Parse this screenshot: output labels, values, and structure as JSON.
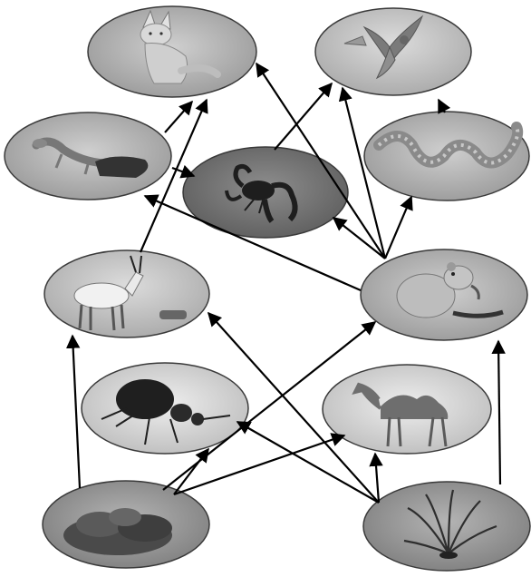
{
  "diagram": {
    "type": "food-web",
    "organisms": [
      {
        "id": "fox",
        "icon": "fox-photo"
      },
      {
        "id": "hawk",
        "icon": "hawk-photo"
      },
      {
        "id": "lizard",
        "icon": "lizard-photo"
      },
      {
        "id": "scorpion",
        "icon": "scorpion-photo"
      },
      {
        "id": "snake",
        "icon": "snake-photo"
      },
      {
        "id": "oryx",
        "icon": "oryx-photo"
      },
      {
        "id": "rodent",
        "icon": "rodent-photo"
      },
      {
        "id": "beetle",
        "icon": "beetle-photo"
      },
      {
        "id": "camel",
        "icon": "camel-photo"
      },
      {
        "id": "shrub",
        "icon": "shrub-plant-photo"
      },
      {
        "id": "grass",
        "icon": "grass-plant-photo"
      }
    ],
    "links": [
      {
        "from": "lizard",
        "to": "fox"
      },
      {
        "from": "oryx",
        "to": "fox"
      },
      {
        "from": "rodent",
        "to": "fox"
      },
      {
        "from": "scorpion",
        "to": "hawk"
      },
      {
        "from": "rodent",
        "to": "hawk"
      },
      {
        "from": "snake",
        "to": "hawk"
      },
      {
        "from": "lizard",
        "to": "scorpion"
      },
      {
        "from": "rodent",
        "to": "scorpion"
      },
      {
        "from": "rodent",
        "to": "snake"
      },
      {
        "from": "rodent",
        "to": "lizard"
      },
      {
        "from": "shrub",
        "to": "oryx"
      },
      {
        "from": "grass",
        "to": "oryx"
      },
      {
        "from": "shrub",
        "to": "rodent"
      },
      {
        "from": "shrub",
        "to": "beetle"
      },
      {
        "from": "grass",
        "to": "beetle"
      },
      {
        "from": "shrub",
        "to": "camel"
      },
      {
        "from": "grass",
        "to": "camel"
      },
      {
        "from": "grass",
        "to": "rodent"
      }
    ],
    "colors": {
      "arrow": "#000000",
      "background": "#ffffff"
    }
  }
}
